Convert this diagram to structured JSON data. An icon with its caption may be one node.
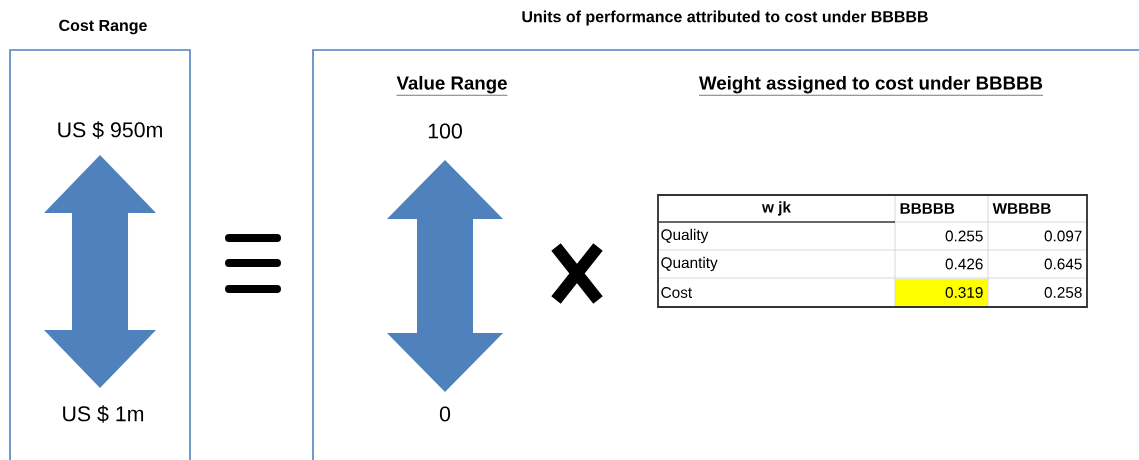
{
  "diagram": {
    "nodes": [
      {
        "text": [
          "Cost Range",
          "US $ 950m",
          "US $ 1m"
        ]
      },
      {
        "text": [
          "Units of performance attributed to cost under BBBBB",
          "Value Range",
          "100",
          "0",
          "Weight assigned to cost under BBBBB"
        ]
      }
    ],
    "labels": [
      "w jk",
      "BBBBB",
      "WBBBB",
      "Quality",
      "0.255",
      "0.097",
      "Quantity",
      "0.426",
      "0.645",
      "Cost",
      "0.319",
      "0.258"
    ]
  }
}
